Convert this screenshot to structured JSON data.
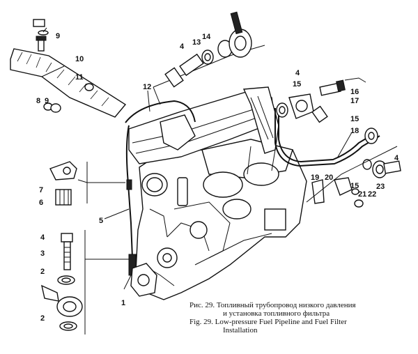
{
  "caption": {
    "ru_line1": "Рис. 29. Топливный трубопровод низкого давления",
    "ru_line2": "и установка топливного фильтра",
    "en_line1": "Fig. 29. Low-pressure Fuel Pipeline and Fuel Filter",
    "en_line2": "Installation"
  },
  "callouts": [
    {
      "id": "c1",
      "text": "1"
    },
    {
      "id": "c2a",
      "text": "2"
    },
    {
      "id": "c2b",
      "text": "2"
    },
    {
      "id": "c3",
      "text": "3"
    },
    {
      "id": "c4a",
      "text": "4"
    },
    {
      "id": "c4b",
      "text": "4"
    },
    {
      "id": "c4c",
      "text": "4"
    },
    {
      "id": "c4d",
      "text": "4"
    },
    {
      "id": "c5",
      "text": "5"
    },
    {
      "id": "c6",
      "text": "6"
    },
    {
      "id": "c7",
      "text": "7"
    },
    {
      "id": "c8",
      "text": "8"
    },
    {
      "id": "c9a",
      "text": "9"
    },
    {
      "id": "c9b",
      "text": "9"
    },
    {
      "id": "c10",
      "text": "10"
    },
    {
      "id": "c11",
      "text": "11"
    },
    {
      "id": "c12",
      "text": "12"
    },
    {
      "id": "c13",
      "text": "13"
    },
    {
      "id": "c14",
      "text": "14"
    },
    {
      "id": "c15a",
      "text": "15"
    },
    {
      "id": "c15b",
      "text": "15"
    },
    {
      "id": "c15c",
      "text": "15"
    },
    {
      "id": "c16",
      "text": "16"
    },
    {
      "id": "c17",
      "text": "17"
    },
    {
      "id": "c18",
      "text": "18"
    },
    {
      "id": "c19",
      "text": "19"
    },
    {
      "id": "c20",
      "text": "20"
    },
    {
      "id": "c21",
      "text": "21"
    },
    {
      "id": "c22",
      "text": "22"
    },
    {
      "id": "c23",
      "text": "23"
    }
  ]
}
